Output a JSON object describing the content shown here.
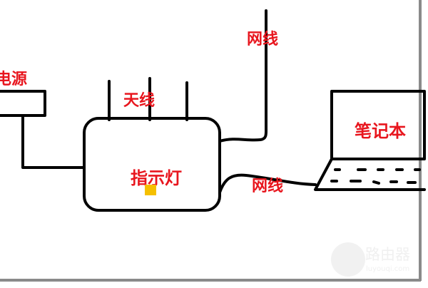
{
  "labels": {
    "power": "电源",
    "antenna": "天线",
    "network_cable_top": "网线",
    "network_cable_bottom": "网线",
    "indicator_light": "指示灯",
    "laptop": "笔记本"
  },
  "watermark": {
    "brand": "路由器",
    "site": "luyouqi.com",
    "icon": "router-icon"
  },
  "colors": {
    "label": "#e8161e",
    "indicator": "#f5c000",
    "stroke": "#000000"
  }
}
